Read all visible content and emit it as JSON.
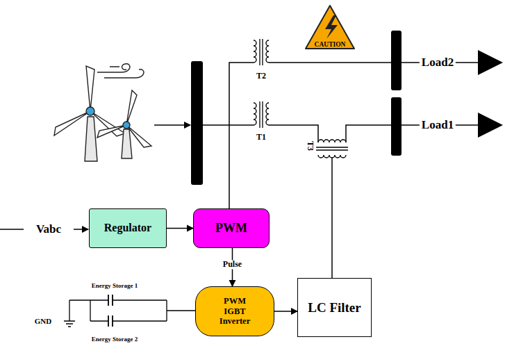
{
  "diagram": {
    "nodes": [
      {
        "text": [
          "Regulator"
        ]
      },
      {
        "text": [
          "PWM"
        ]
      },
      {
        "text": [
          "PWM IGBT Inverter"
        ]
      },
      {
        "text": [
          "LC Filter"
        ]
      }
    ],
    "edges": [
      {
        "from": 0,
        "to": 1,
        "arrow": "to"
      },
      {
        "from": 1,
        "to": 2,
        "label": "Pulse",
        "arrow": "to"
      },
      {
        "from": 2,
        "to": 3,
        "arrow": "to"
      }
    ],
    "labels": [
      "CAUTION",
      "T2",
      "T1",
      "T3",
      "Load2",
      "Load1",
      "Vabc",
      "Energy Storage 1",
      "GND",
      "Energy Storage 2"
    ]
  }
}
